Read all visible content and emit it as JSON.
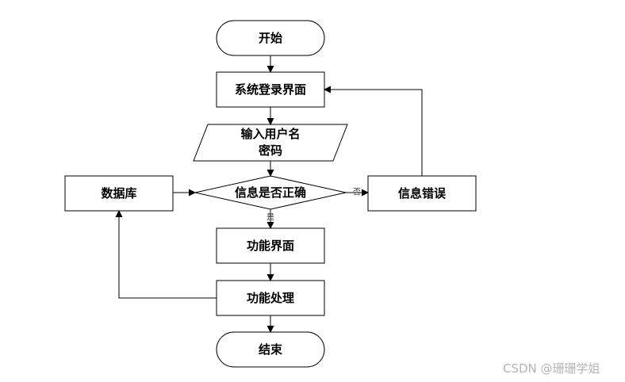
{
  "nodes": {
    "start": "开始",
    "login_page": "系统登录界面",
    "input_line1": "输入用户名",
    "input_line2": "密码",
    "check": "信息是否正确",
    "database": "数据库",
    "error": "信息错误",
    "function_page": "功能界面",
    "function_process": "功能处理",
    "end": "结束"
  },
  "edges": {
    "no_label": "否",
    "yes_label": "是"
  },
  "watermark": "CSDN @珊珊学姐"
}
